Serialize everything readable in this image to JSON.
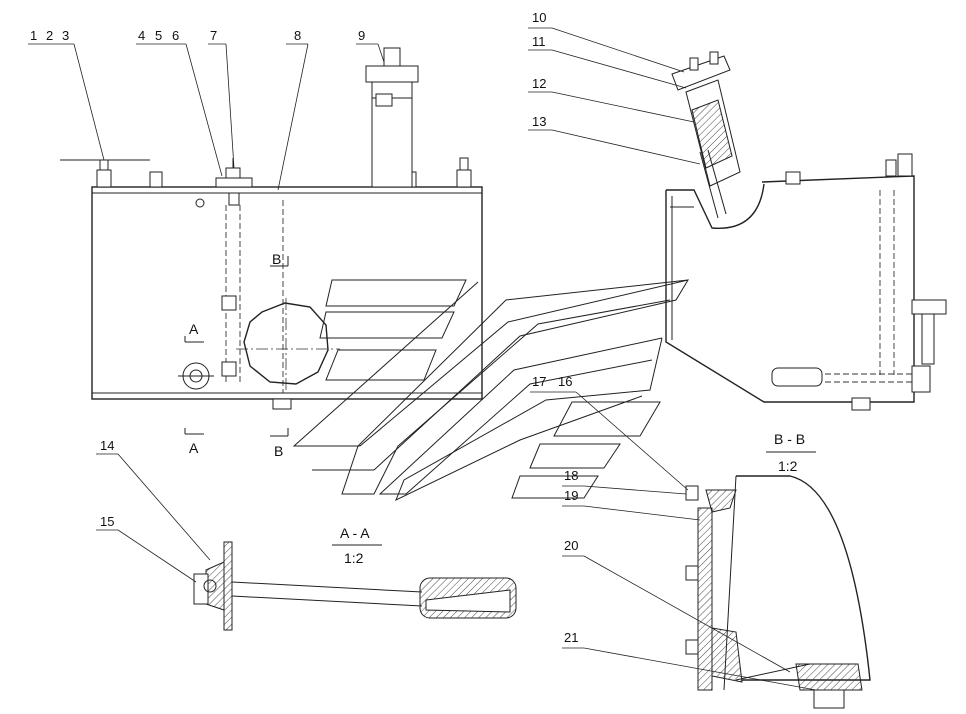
{
  "part_numbers": [
    "1",
    "2",
    "3",
    "4",
    "5",
    "6",
    "7",
    "8",
    "9",
    "10",
    "11",
    "12",
    "13",
    "14",
    "15",
    "16",
    "17",
    "18",
    "19",
    "20",
    "21"
  ],
  "section_marks": {
    "a_letter": "A",
    "b_letter": "B"
  },
  "section_views": {
    "aa_title": "A - A",
    "aa_scale": "1:2",
    "bb_title": "B - B",
    "bb_scale": "1:2"
  }
}
